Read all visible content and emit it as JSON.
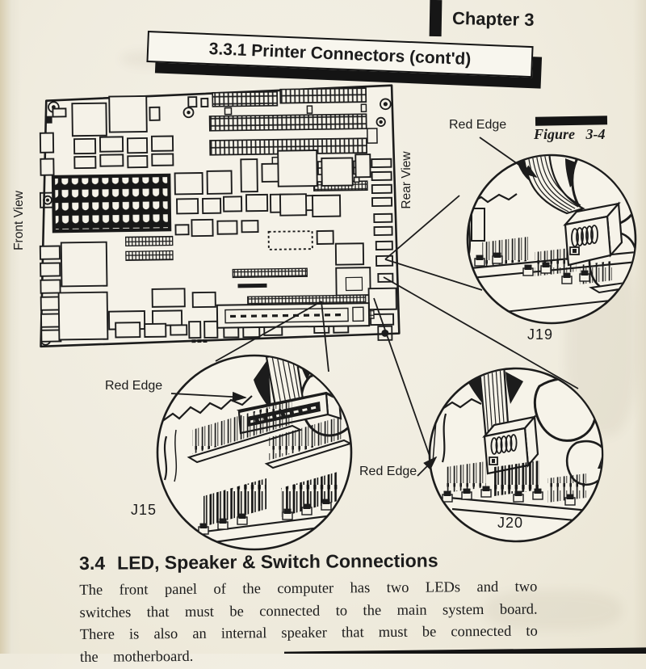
{
  "chapter": {
    "label": "Chapter 3"
  },
  "banner": {
    "title": "3.3.1 Printer Connectors (cont'd)"
  },
  "figure": {
    "caption": "Figure 3-4"
  },
  "board": {
    "front_view": "Front View",
    "rear_view": "Rear View"
  },
  "callouts": {
    "j19": {
      "id": "J19",
      "red_edge": "Red Edge"
    },
    "j15": {
      "id": "J15",
      "red_edge": "Red Edge"
    },
    "j20": {
      "id": "J20",
      "red_edge": "Red Edge"
    }
  },
  "section": {
    "number": "3.4",
    "title": "LED, Speaker & Switch Connections",
    "body_lines": [
      "The front panel of the computer has two LEDs and two",
      "switches that must be connected to the main system board.",
      "There is also an internal speaker that must be connected to",
      "the motherboard."
    ]
  },
  "colors": {
    "paper": "#f0ecdf",
    "ink": "#1c1c1c"
  }
}
